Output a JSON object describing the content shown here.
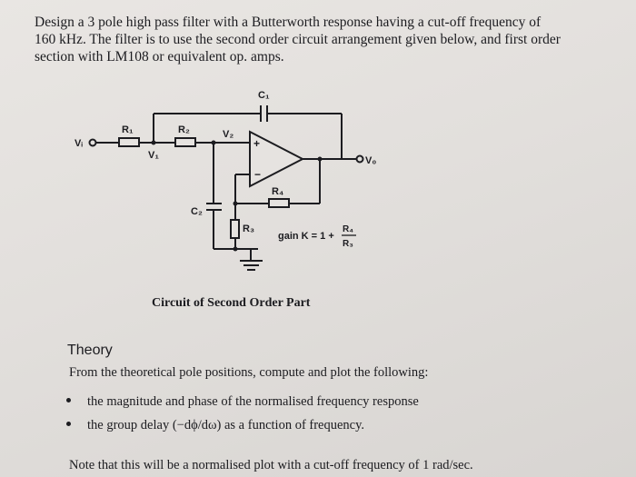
{
  "problem": {
    "lines": [
      "Design a 3 pole high pass filter with a Butterworth response having a cut-off frequency of",
      "160 kHz. The filter is to use the second order circuit arrangement given below, and first order",
      "section with LM108 or equivalent op. amps."
    ]
  },
  "circuit": {
    "labels": {
      "c1": "C₁",
      "r1": "R₁",
      "r2": "R₂",
      "v2": "V₂",
      "vi": "Vᵢ",
      "v1": "V₁",
      "vo": "V₀",
      "r4": "R₄",
      "c2": "C₂",
      "r3": "R₃",
      "plus": "+",
      "minus": "−"
    },
    "gain": {
      "prefix": "gain K = 1 +",
      "numerator": "R₄",
      "denominator": "R₃"
    }
  },
  "caption": "Circuit of Second Order Part",
  "theory": {
    "heading": "Theory",
    "intro": "From the theoretical pole positions, compute and plot the following:",
    "bullets": [
      "the magnitude and phase of the normalised frequency response",
      "the group delay (−dϕ/dω) as a function of frequency."
    ],
    "note": "Note that this will be a normalised plot with a cut-off frequency of 1 rad/sec."
  }
}
